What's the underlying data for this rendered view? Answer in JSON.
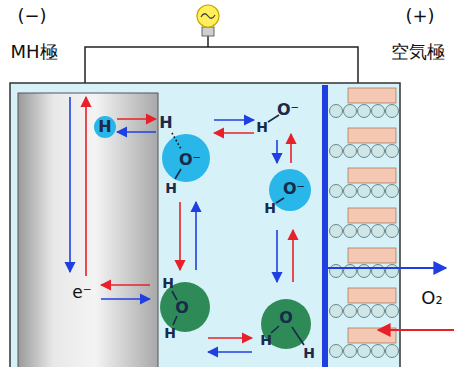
{
  "diagram": {
    "labels": [
      "(−)",
      "MH極",
      "(+)",
      "空気極",
      "H",
      "H",
      "O⁻",
      "H",
      "H",
      "O⁻",
      "O⁻",
      "H",
      "e⁻",
      "H",
      "O",
      "H",
      "O",
      "H",
      "H",
      "O₂"
    ]
  }
}
